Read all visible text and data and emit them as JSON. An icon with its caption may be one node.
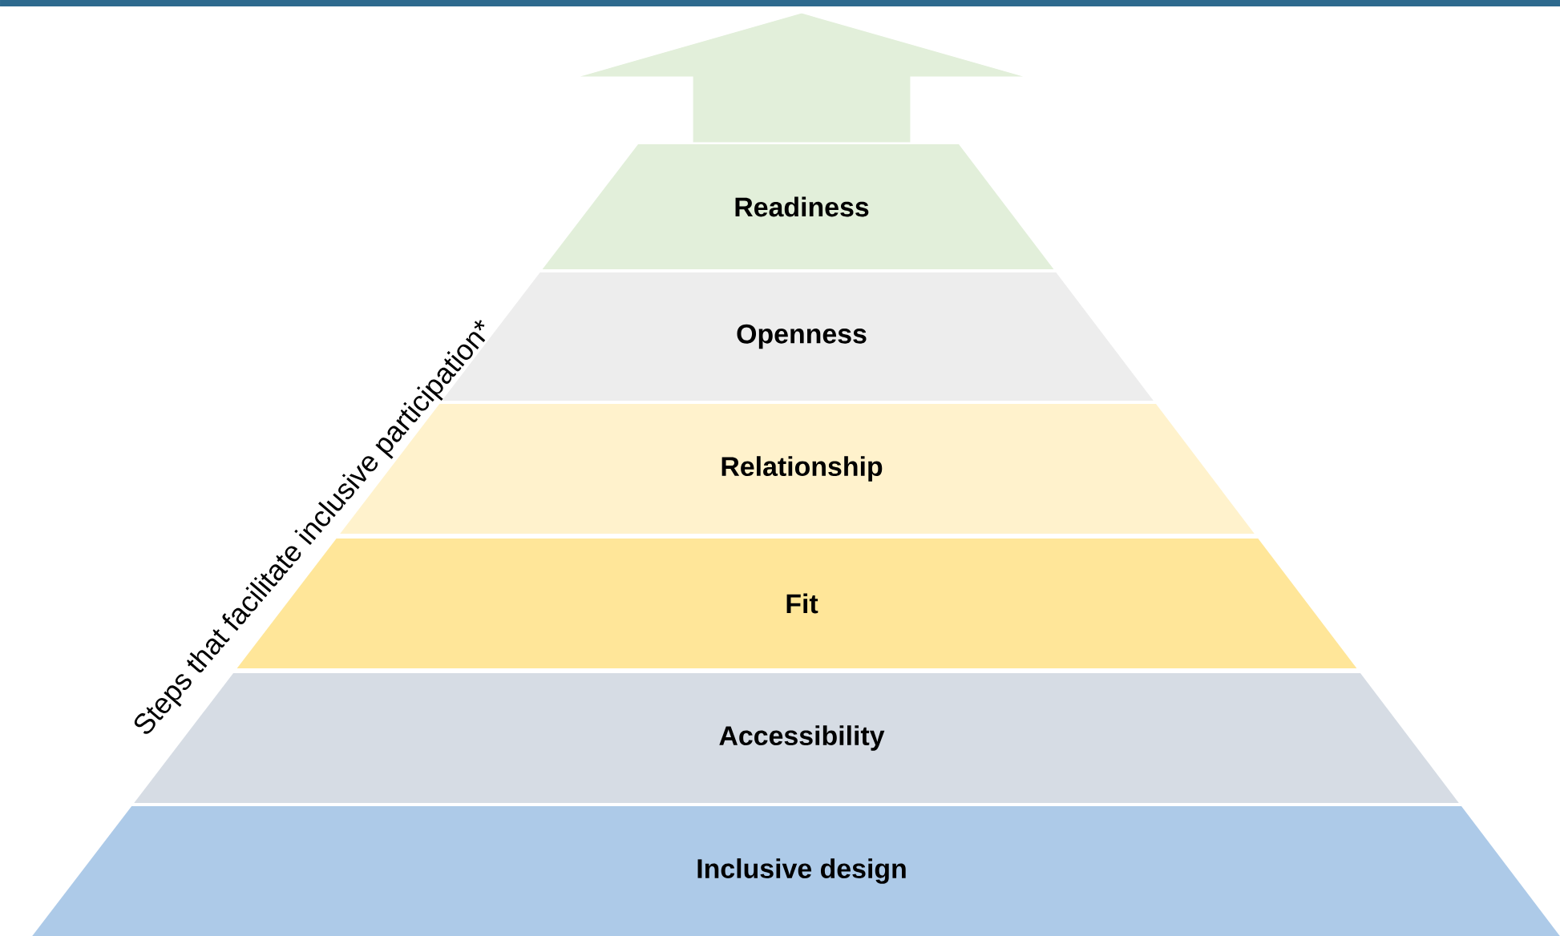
{
  "diagram": {
    "nodes": [
      {
        "text": [
          "Readiness"
        ]
      },
      {
        "text": [
          "Openness"
        ]
      },
      {
        "text": [
          "Relationship"
        ]
      },
      {
        "text": [
          "Fit"
        ]
      },
      {
        "text": [
          "Accessibility"
        ]
      },
      {
        "text": [
          "Inclusive design"
        ]
      }
    ],
    "labels": [
      "Steps that facilitate inclusive participation*"
    ]
  }
}
